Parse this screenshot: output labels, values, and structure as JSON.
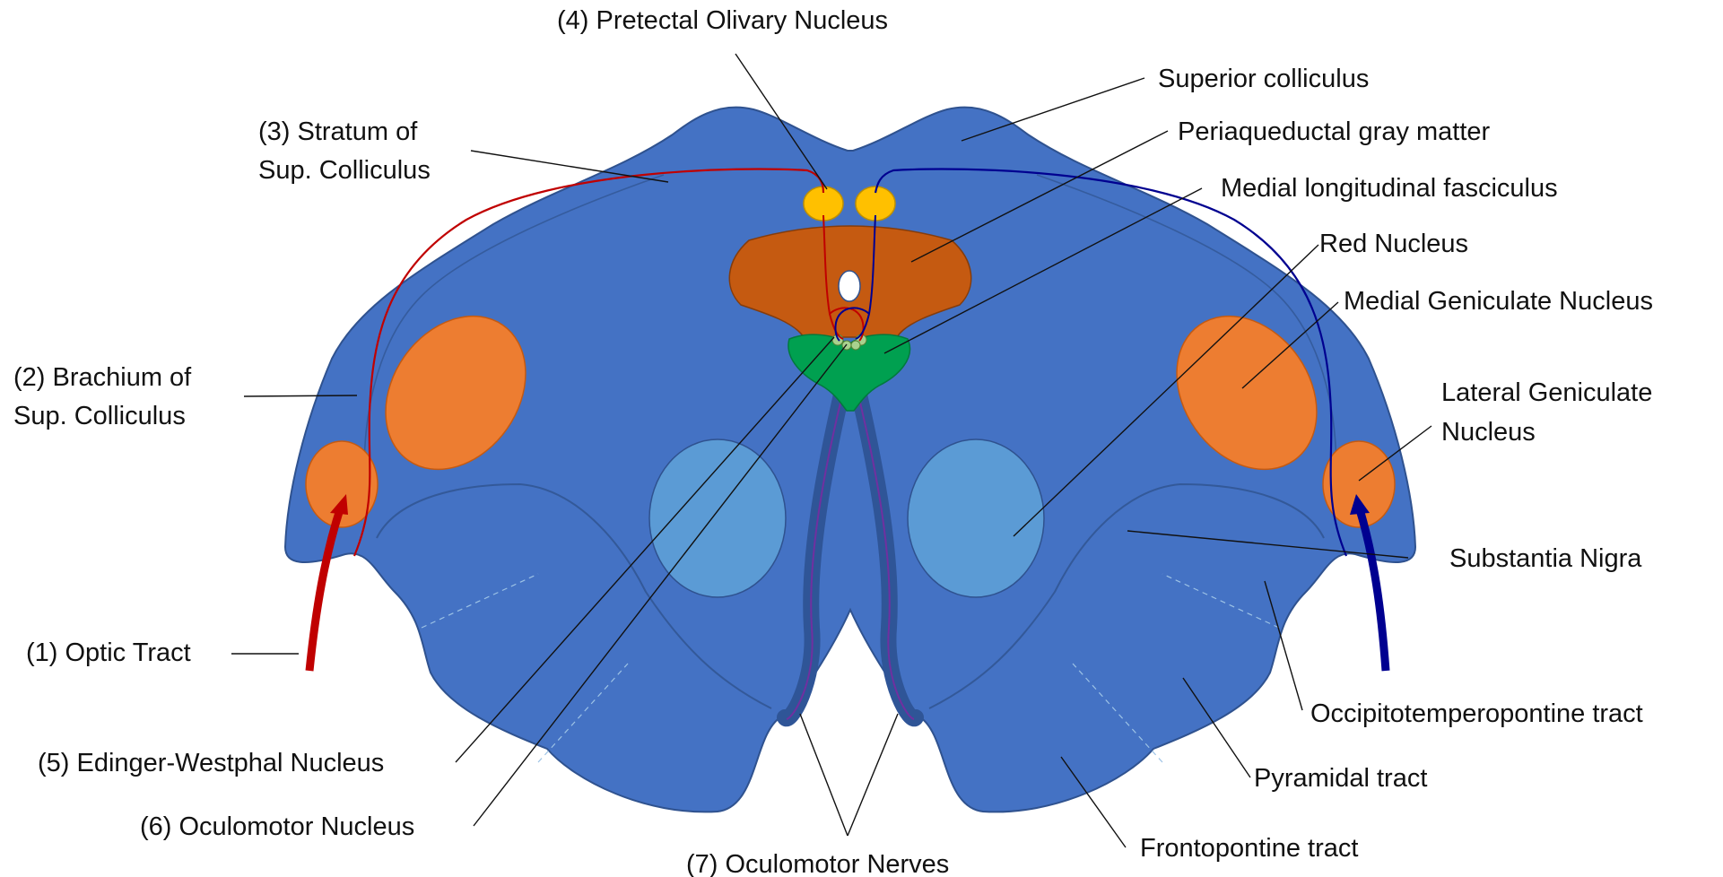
{
  "labels": {
    "pretectal": "(4) Pretectal Olivary Nucleus",
    "stratum_1": "(3) Stratum of",
    "stratum_2": "Sup. Colliculus",
    "brachium_1": "(2) Brachium of",
    "brachium_2": "Sup. Colliculus",
    "optic": "(1) Optic Tract",
    "edinger": "(5) Edinger-Westphal Nucleus",
    "oculomotor_nucleus": "(6) Oculomotor Nucleus",
    "oculomotor_nerves": "(7) Oculomotor Nerves",
    "superior_colliculus": "Superior colliculus",
    "periaqueductal": "Periaqueductal gray matter",
    "mlf": "Medial longitudinal fasciculus",
    "red_nucleus": "Red Nucleus",
    "mgn": "Medial Geniculate Nucleus",
    "lgn_1": "Lateral Geniculate",
    "lgn_2": "Nucleus",
    "substantia_nigra": "Substantia Nigra",
    "occipito": "Occipitotemperopontine tract",
    "pyramidal": "Pyramidal tract",
    "frontopontine": "Frontopontine tract"
  },
  "colors": {
    "midbrain": "#4472c4",
    "outline": "#2f528f",
    "geniculate": "#ed7d31",
    "red_nucleus": "#5b9bd5",
    "periaqueductal": "#c55a11",
    "pretectal": "#ffc000",
    "mlf": "#00a050",
    "left_pathway": "#c00000",
    "right_pathway": "#000090",
    "oculomotor_nerve": "#2f5597"
  }
}
